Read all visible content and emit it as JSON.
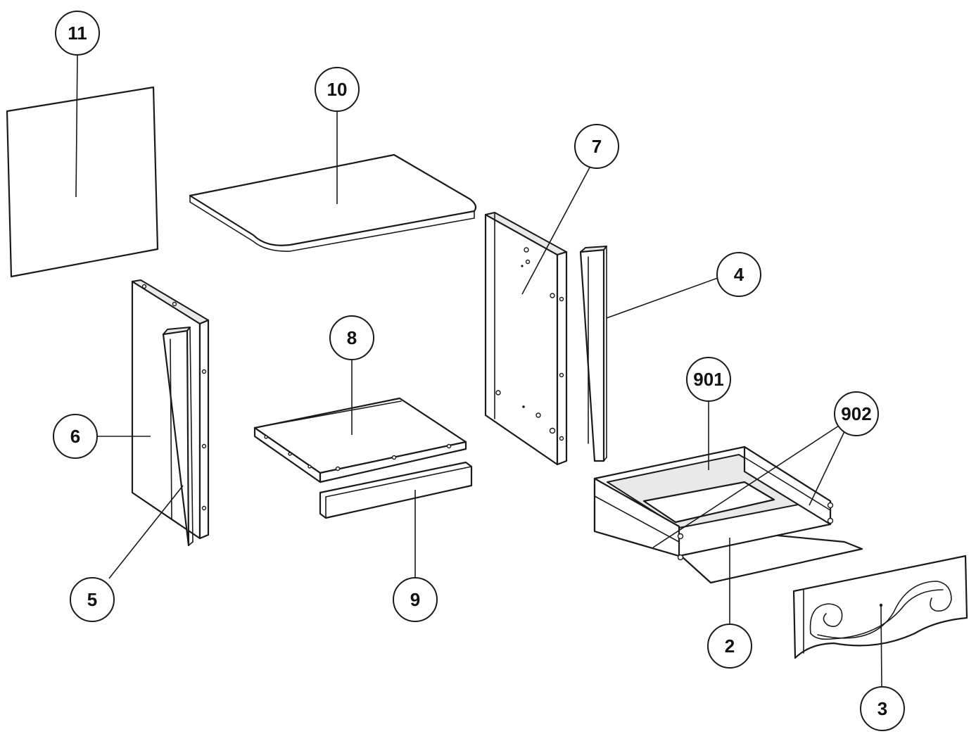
{
  "callouts": {
    "c11": "11",
    "c10": "10",
    "c7": "7",
    "c4": "4",
    "c8": "8",
    "c6": "6",
    "c5": "5",
    "c9": "9",
    "c901": "901",
    "c902": "902",
    "c2": "2",
    "c3": "3"
  }
}
